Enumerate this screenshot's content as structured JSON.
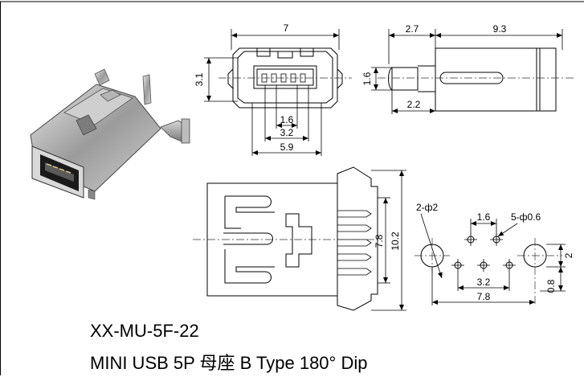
{
  "front_view": {
    "width": "7",
    "height": "3.1",
    "pitch": "1.6",
    "outer_pitch": "3.2",
    "base_width": "5.9"
  },
  "side_view": {
    "left": "2.7",
    "right": "9.3",
    "height": "1.6",
    "bottom": "2.2"
  },
  "top_view": {
    "inner_width": "7.8",
    "outer_width": "10.2"
  },
  "pcb_layout": {
    "post_holes": "2-ф2",
    "pin_holes": "5-ф0.6",
    "pin_pitch": "1.6",
    "pin_span": "3.2",
    "post_span": "7.8",
    "hole_size": "2",
    "offset": "0.8"
  },
  "caption": {
    "part_number": "XX-MU-5F-22",
    "description": "MINI USB 5P 母座 B Type 180°  Dip"
  }
}
